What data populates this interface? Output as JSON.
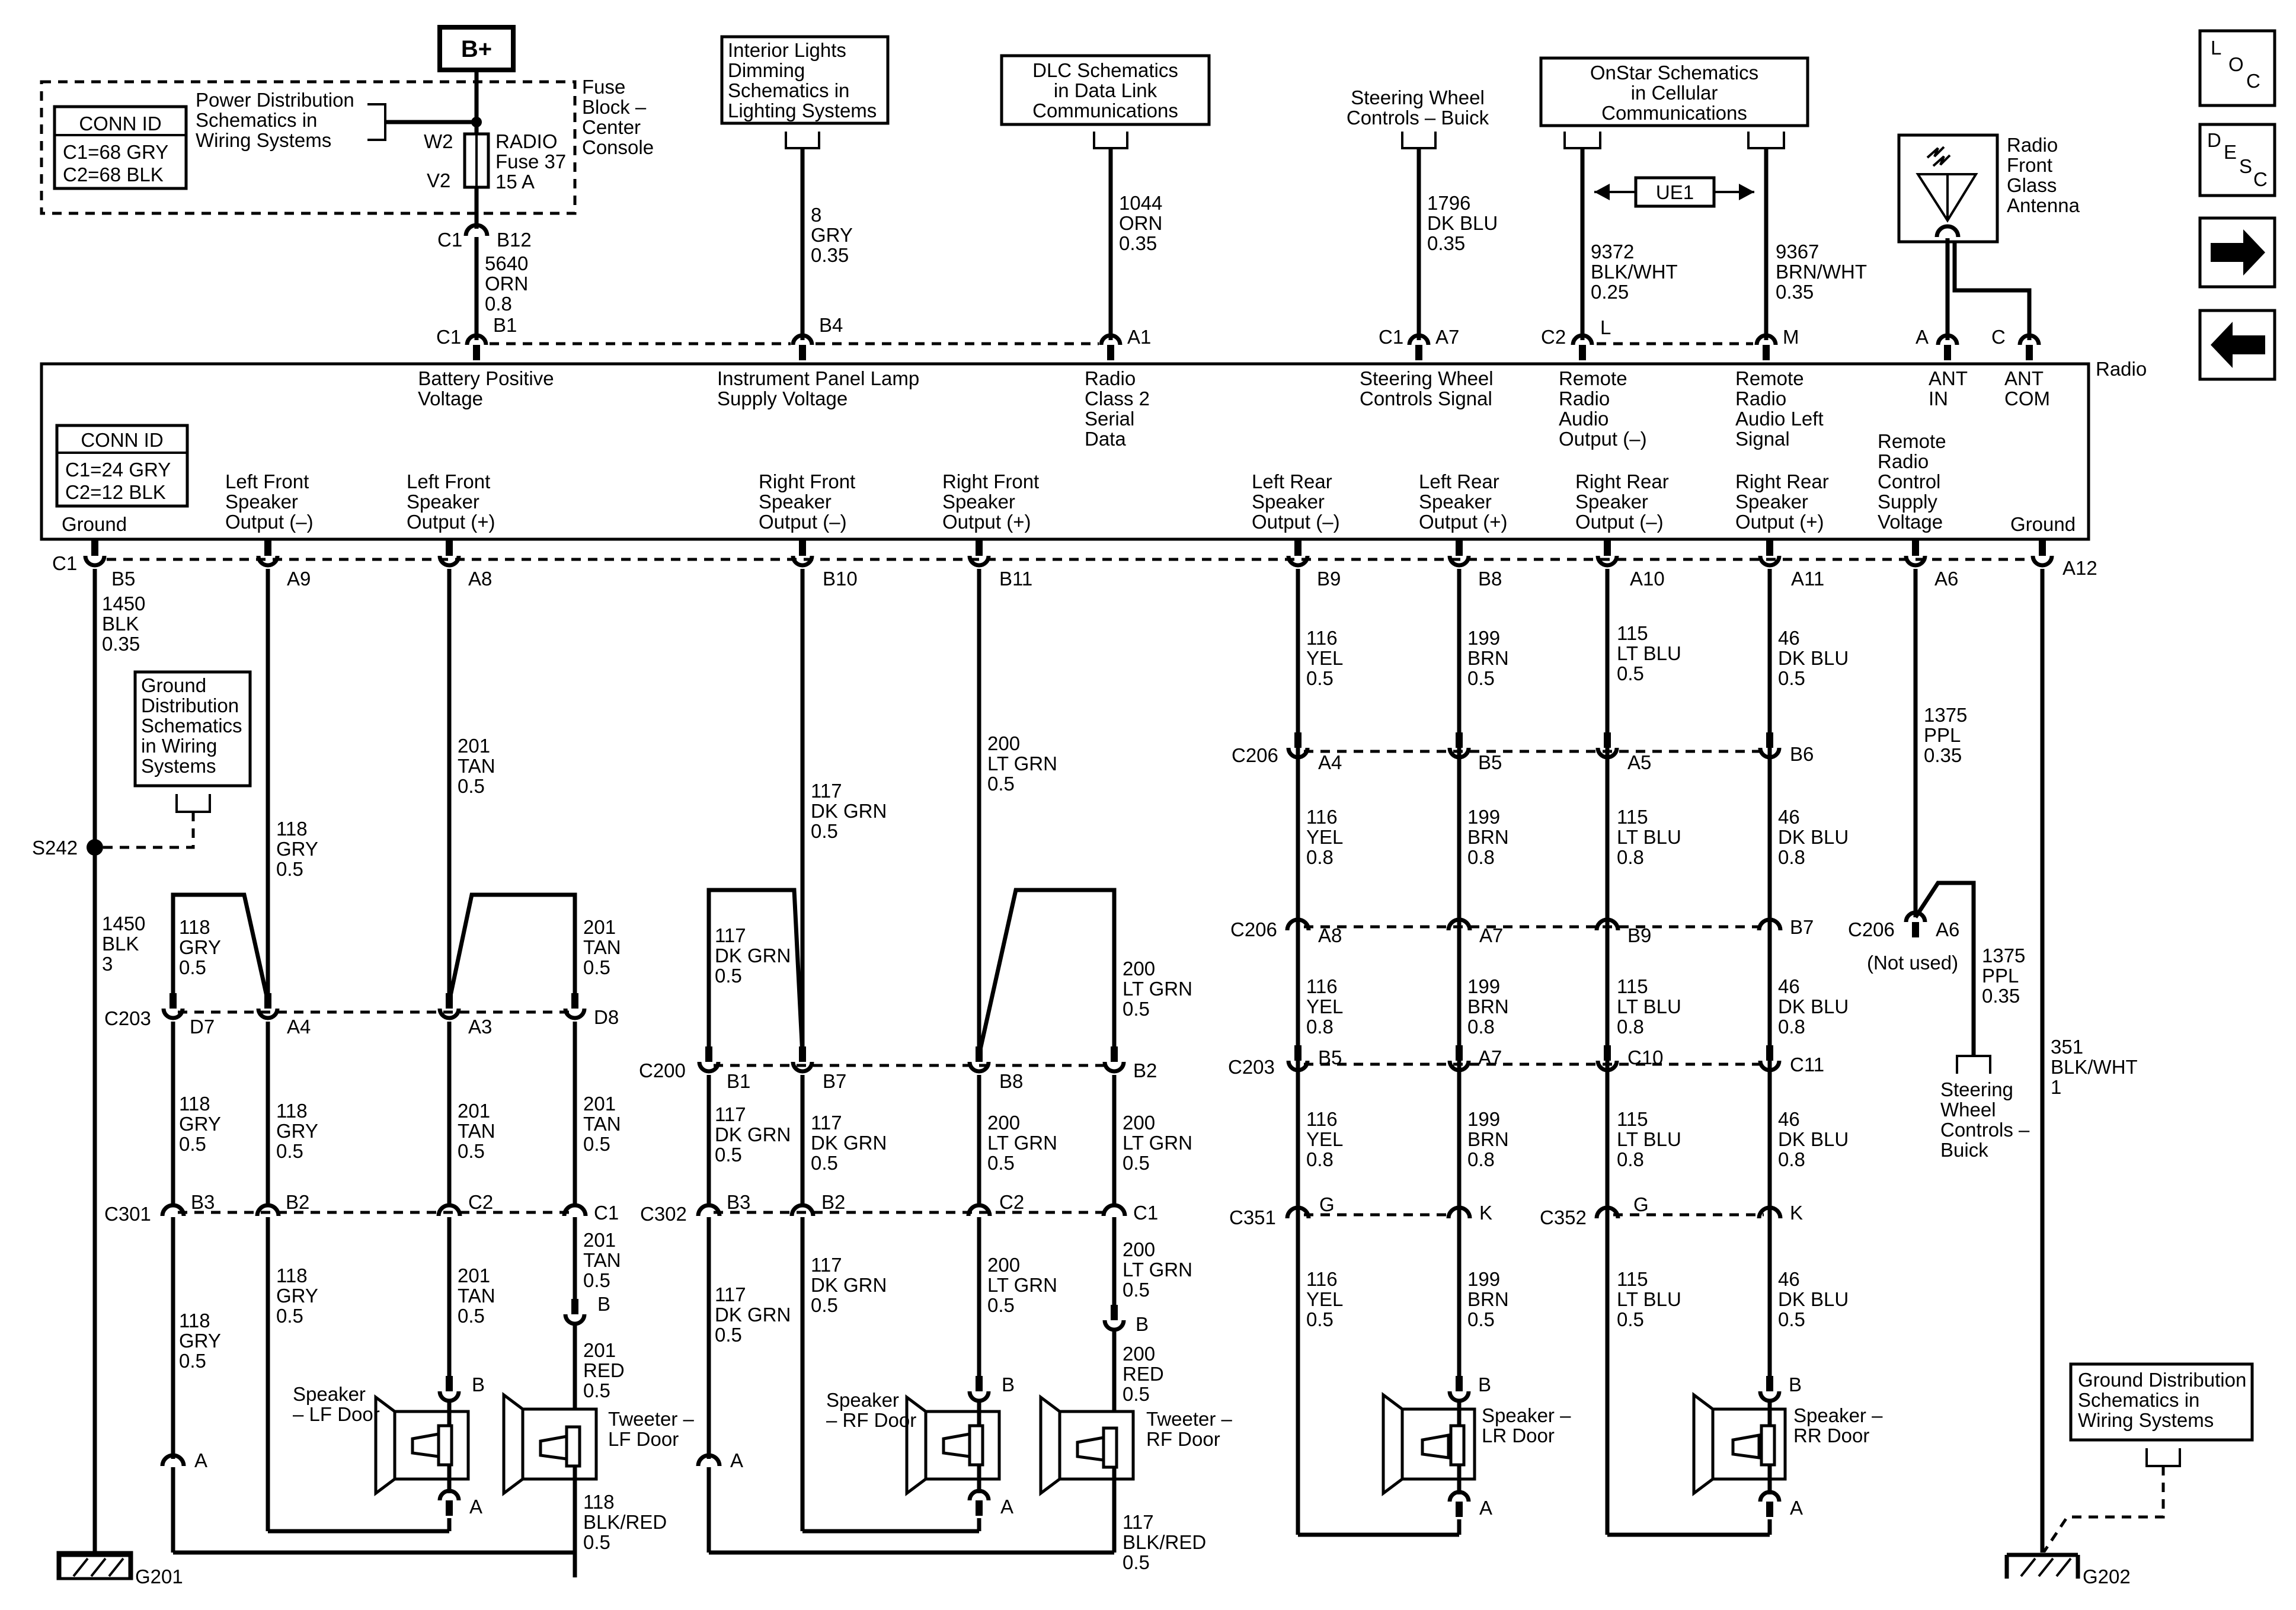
{
  "nav": {
    "loc": [
      "L",
      "O",
      "C"
    ],
    "desc": [
      "D",
      "E",
      "S",
      "C"
    ]
  },
  "power": {
    "bplus": "B+",
    "pdb_conn_title": "CONN ID",
    "pdb_c1": "C1=68 GRY",
    "pdb_c2": "C2=68 BLK",
    "pdb_ref": [
      "Power Distribution",
      "Schematics in",
      "Wiring  Systems"
    ],
    "fuse_block": [
      "Fuse",
      "Block –",
      "Center",
      "Console"
    ],
    "fuse": [
      "RADIO",
      "Fuse 37",
      "15 A"
    ],
    "w2": "W2",
    "v2": "V2",
    "c1_b12": [
      "C1",
      "B12"
    ],
    "wire_5640": [
      "5640",
      "ORN",
      "0.8"
    ]
  },
  "top_refs": {
    "interior": [
      "Interior Lights",
      "Dimming",
      "Schematics in",
      "Lighting Systems"
    ],
    "dlc": [
      "DLC Schematics",
      "in Data Link",
      "Communications"
    ],
    "steering": [
      "Steering Wheel",
      "Controls – Buick"
    ],
    "onstar": [
      "OnStar Schematics",
      "in Cellular",
      "Communications"
    ],
    "ue1": "UE1",
    "antenna": [
      "Radio",
      "Front",
      "Glass",
      "Antenna"
    ]
  },
  "top_wires": {
    "w8": [
      "8",
      "GRY",
      "0.35"
    ],
    "w1044": [
      "1044",
      "ORN",
      "0.35"
    ],
    "w1796": [
      "1796",
      "DK BLU",
      "0.35"
    ],
    "w9372": [
      "9372",
      "BLK/WHT",
      "0.25"
    ],
    "w9367": [
      "9367",
      "BRN/WHT",
      "0.35"
    ]
  },
  "top_pins": {
    "c1": "C1",
    "b1": "B1",
    "b4": "B4",
    "a1": "A1",
    "c1b": "C1",
    "a7": "A7",
    "c2": "C2",
    "l": "L",
    "m": "M",
    "a": "A",
    "c": "C"
  },
  "radio": {
    "name": "Radio",
    "conn_title": "CONN ID",
    "c1": "C1=24 GRY",
    "c2": "C2=12 BLK",
    "top_labels": {
      "batt": [
        "Battery Positive",
        "Voltage"
      ],
      "ip": [
        "Instrument Panel Lamp",
        "Supply Voltage"
      ],
      "class2": [
        "Radio",
        "Class 2",
        "Serial",
        "Data"
      ],
      "swc": [
        "Steering Wheel",
        "Controls Signal"
      ],
      "rao_neg": [
        "Remote",
        "Radio",
        "Audio",
        "Output (–)"
      ],
      "rao_left": [
        "Remote",
        "Radio",
        "Audio Left",
        "Signal"
      ],
      "ant_in": [
        "ANT",
        "IN"
      ],
      "ant_com": [
        "ANT",
        "COM"
      ]
    },
    "bottom_labels": {
      "ground": "Ground",
      "lf_neg": [
        "Left Front",
        "Speaker",
        "Output (–)"
      ],
      "lf_pos": [
        "Left Front",
        "Speaker",
        "Output (+)"
      ],
      "rf_neg": [
        "Right Front",
        "Speaker",
        "Output (–)"
      ],
      "rf_pos": [
        "Right Front",
        "Speaker",
        "Output (+)"
      ],
      "lr_neg": [
        "Left Rear",
        "Speaker",
        "Output (–)"
      ],
      "lr_pos": [
        "Left Rear",
        "Speaker",
        "Output (+)"
      ],
      "rr_neg": [
        "Right Rear",
        "Speaker",
        "Output (–)"
      ],
      "rr_pos": [
        "Right Rear",
        "Speaker",
        "Output (+)"
      ],
      "remote": [
        "Remote",
        "Radio",
        "Control",
        "Supply",
        "Voltage"
      ],
      "ground2": "Ground"
    },
    "bottom_pins": {
      "c1": "C1",
      "b5": "B5",
      "a9": "A9",
      "a8": "A8",
      "b10": "B10",
      "b11": "B11",
      "b9": "B9",
      "b8": "B8",
      "a10": "A10",
      "a11": "A11",
      "a6": "A6",
      "a12": "A12"
    }
  },
  "ground_ref": [
    "Ground",
    "Distribution",
    "Schematics",
    "in Wiring",
    "Systems"
  ],
  "ground_ref2": [
    "Ground Distribution",
    "Schematics in",
    "Wiring Systems"
  ],
  "splice": "S242",
  "grounds": {
    "g201": "G201",
    "g202": "G202"
  },
  "connectors": {
    "c203": "C203",
    "c301": "C301",
    "c200": "C200",
    "c302": "C302",
    "c206a": "C206",
    "c206b": "C206",
    "c203b": "C203",
    "c351": "C351",
    "c352": "C352",
    "c206c": "C206",
    "not_used": "(Not used)"
  },
  "wires": {
    "w1450a": [
      "1450",
      "BLK",
      "0.35"
    ],
    "w1450b": [
      "1450",
      "BLK",
      "3"
    ],
    "w118_top": [
      "118",
      "GRY",
      "0.5"
    ],
    "w201_top": [
      "201",
      "TAN",
      "0.5"
    ],
    "w117_top": [
      "117",
      "DK GRN",
      "0.5"
    ],
    "w200_top": [
      "200",
      "LT GRN",
      "0.5"
    ],
    "w116_1": [
      "116",
      "YEL",
      "0.5"
    ],
    "w199_1": [
      "199",
      "BRN",
      "0.5"
    ],
    "w115_1": [
      "115",
      "LT BLU",
      "0.5"
    ],
    "w46_1": [
      "46",
      "DK BLU",
      "0.5"
    ],
    "w1375_1": [
      "1375",
      "PPL",
      "0.35"
    ],
    "w116_2": [
      "116",
      "YEL",
      "0.8"
    ],
    "w199_2": [
      "199",
      "BRN",
      "0.8"
    ],
    "w115_2": [
      "115",
      "LT BLU",
      "0.8"
    ],
    "w46_2": [
      "46",
      "DK BLU",
      "0.8"
    ],
    "w118_loop": [
      "118",
      "GRY",
      "0.5"
    ],
    "w201_loop": [
      "201",
      "TAN",
      "0.5"
    ],
    "w117_loop": [
      "117",
      "DK GRN",
      "0.5"
    ],
    "w200_loop": [
      "200",
      "LT GRN",
      "0.5"
    ],
    "w1375_2": [
      "1375",
      "PPL",
      "0.35"
    ],
    "w116_3": [
      "116",
      "YEL",
      "0.8"
    ],
    "w199_3": [
      "199",
      "BRN",
      "0.8"
    ],
    "w115_3": [
      "115",
      "LT BLU",
      "0.8"
    ],
    "w46_3": [
      "46",
      "DK BLU",
      "0.8"
    ],
    "w351": [
      "351",
      "BLK/WHT",
      "1"
    ],
    "w118_m1": [
      "118",
      "GRY",
      "0.5"
    ],
    "w118_m2": [
      "118",
      "GRY",
      "0.5"
    ],
    "w201_m1": [
      "201",
      "TAN",
      "0.5"
    ],
    "w201_m2": [
      "201",
      "TAN",
      "0.5"
    ],
    "w117_m1": [
      "117",
      "DK GRN",
      "0.5"
    ],
    "w117_m2": [
      "117",
      "DK GRN",
      "0.5"
    ],
    "w200_m1": [
      "200",
      "LT GRN",
      "0.5"
    ],
    "w200_m2": [
      "200",
      "LT GRN",
      "0.5"
    ],
    "w116_4": [
      "116",
      "YEL",
      "0.8"
    ],
    "w199_4": [
      "199",
      "BRN",
      "0.8"
    ],
    "w115_4": [
      "115",
      "LT BLU",
      "0.8"
    ],
    "w46_4": [
      "46",
      "DK BLU",
      "0.8"
    ],
    "w118_b1": [
      "118",
      "GRY",
      "0.5"
    ],
    "w118_b2": [
      "118",
      "GRY",
      "0.5"
    ],
    "w201_b1": [
      "201",
      "TAN",
      "0.5"
    ],
    "w201_b2": [
      "201",
      "TAN",
      "0.5"
    ],
    "w201red": [
      "201",
      "RED",
      "0.5"
    ],
    "w117_b1": [
      "117",
      "DK GRN",
      "0.5"
    ],
    "w117_b2": [
      "117",
      "DK GRN",
      "0.5"
    ],
    "w200_b1": [
      "200",
      "LT GRN",
      "0.5"
    ],
    "w200_b2": [
      "200",
      "LT GRN",
      "0.5"
    ],
    "w200red": [
      "200",
      "RED",
      "0.5"
    ],
    "w116_5": [
      "116",
      "YEL",
      "0.5"
    ],
    "w199_5": [
      "199",
      "BRN",
      "0.5"
    ],
    "w115_5": [
      "115",
      "LT BLU",
      "0.5"
    ],
    "w46_5": [
      "46",
      "DK BLU",
      "0.5"
    ],
    "w118blkred": [
      "118",
      "BLK/RED",
      "0.5"
    ],
    "w117blkred": [
      "117",
      "BLK/RED",
      "0.5"
    ]
  },
  "pins": {
    "d7": "D7",
    "a4": "A4",
    "a3": "A3",
    "d8": "D8",
    "b3a": "B3",
    "b2a": "B2",
    "c2a": "C2",
    "c1a": "C1",
    "b1": "B1",
    "b7": "B7",
    "b8": "B8",
    "b2b": "B2",
    "b3b": "B3",
    "b2c": "B2",
    "c2b": "C2",
    "c1b": "C1",
    "a4r": "A4",
    "b5r": "B5",
    "a5r": "A5",
    "b6r": "B6",
    "a8r": "A8",
    "a7r": "A7",
    "b9r": "B9",
    "b7r": "B7",
    "b5s": "B5",
    "a7s": "A7",
    "c10": "C10",
    "c11": "C11",
    "g1": "G",
    "k1": "K",
    "g2": "G",
    "k2": "K",
    "a6": "A6",
    "tw_b1": "B",
    "tw_b2": "B",
    "sp_b1": "B",
    "sp_a1": "A",
    "sp_b2": "B",
    "sp_a2": "A",
    "lr_b": "B",
    "lr_a": "A",
    "rr_b": "B",
    "rr_a": "A",
    "a_lf": "A",
    "a_rf": "A"
  },
  "speakers": {
    "lf": [
      "Speaker",
      "– LF Door"
    ],
    "tw_lf": [
      "Tweeter –",
      "LF Door"
    ],
    "rf": [
      "Speaker",
      "– RF Door"
    ],
    "tw_rf": [
      "Tweeter –",
      "RF Door"
    ],
    "lr": [
      "Speaker –",
      "LR Door"
    ],
    "rr": [
      "Speaker –",
      "RR Door"
    ]
  },
  "swc_bottom": [
    "Steering",
    "Wheel",
    "Controls –",
    "Buick"
  ]
}
